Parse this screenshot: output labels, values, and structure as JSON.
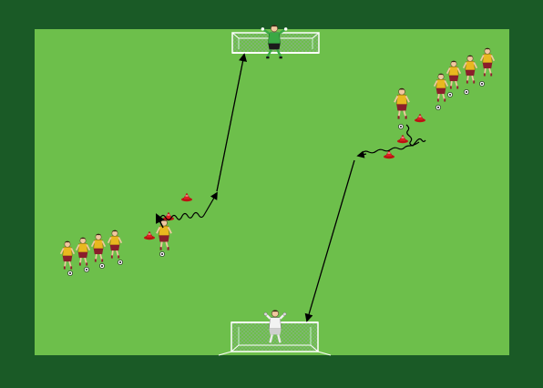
{
  "diagram": {
    "type": "soccer-drill",
    "colors": {
      "border": "#1a5a26",
      "pitch": "#6dbf4b",
      "line": "#ffffff",
      "player_shirt": "#e9b81f",
      "player_shorts": "#8b1e2b",
      "keeper_top_kit": "#3aa844",
      "keeper_bottom_kit": "#f2f2f2",
      "cone": "#e02020",
      "arrow": "#000000"
    },
    "elements": [
      "top-goal",
      "bottom-goal",
      "goalkeeper-top",
      "goalkeeper-bottom",
      "left-player-queue",
      "right-player-queue",
      "cones",
      "dribble-paths",
      "shot-arrows"
    ]
  }
}
